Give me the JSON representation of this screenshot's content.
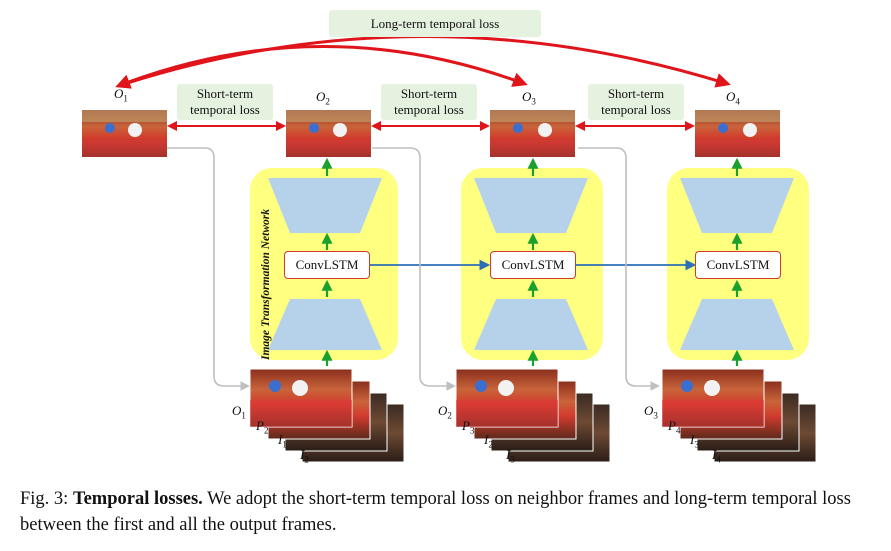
{
  "long_term_label": "Long-term temporal loss",
  "short_term_label_line1": "Short-term",
  "short_term_label_line2": "temporal loss",
  "network_label": "Image Transformation Network",
  "convlstm_label": "ConvLSTM",
  "outputs": [
    {
      "base": "O",
      "sub": "1"
    },
    {
      "base": "O",
      "sub": "2"
    },
    {
      "base": "O",
      "sub": "3"
    },
    {
      "base": "O",
      "sub": "4"
    }
  ],
  "input_stacks": [
    [
      {
        "base": "O",
        "sub": "1"
      },
      {
        "base": "P",
        "sub": "2"
      },
      {
        "base": "I",
        "sub": "1"
      },
      {
        "base": "I",
        "sub": "2"
      }
    ],
    [
      {
        "base": "O",
        "sub": "2"
      },
      {
        "base": "P",
        "sub": "3"
      },
      {
        "base": "I",
        "sub": "2"
      },
      {
        "base": "I",
        "sub": "3"
      }
    ],
    [
      {
        "base": "O",
        "sub": "3"
      },
      {
        "base": "P",
        "sub": "4"
      },
      {
        "base": "I",
        "sub": "3"
      },
      {
        "base": "I",
        "sub": "4"
      }
    ]
  ],
  "caption": {
    "prefix": "Fig. 3: ",
    "bold": "Temporal losses.",
    "rest": " We adopt the short-term temporal loss on neighbor frames and long-term temporal loss between the first and all the output frames."
  },
  "colors": {
    "loss_arrow": "#e0141b",
    "flow_arrow": "#2c6fb7",
    "up_arrow": "#1aa02c",
    "gray_arrow": "#bfbfbf",
    "network_bg": "#ffff80",
    "trapezoid": "#b6d2ea",
    "label_bg": "#e6f2e0"
  }
}
